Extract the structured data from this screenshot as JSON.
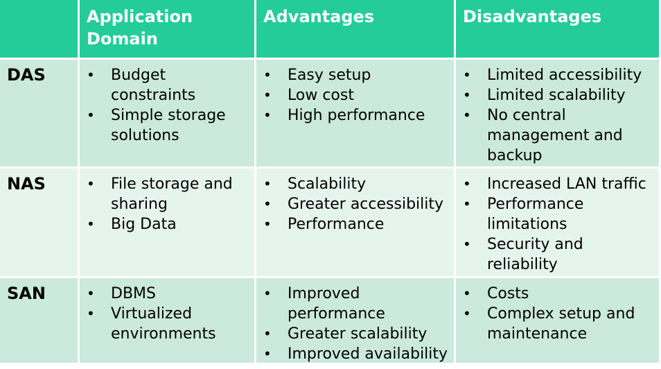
{
  "headers": {
    "corner": "",
    "application_domain": "Application Domain",
    "advantages": "Advantages",
    "disadvantages": "Disadvantages"
  },
  "rows": [
    {
      "name": "DAS",
      "application_domain": [
        "Budget constraints",
        "Simple storage solutions"
      ],
      "advantages": [
        "Easy setup",
        "Low cost",
        "High performance"
      ],
      "disadvantages": [
        "Limited accessibility",
        "Limited scalability",
        "No central management and backup"
      ]
    },
    {
      "name": "NAS",
      "application_domain": [
        "File storage and sharing",
        "Big Data"
      ],
      "advantages": [
        "Scalability",
        "Greater accessibility",
        "Performance"
      ],
      "disadvantages": [
        "Increased LAN traffic",
        "Performance limitations",
        "Security and reliability"
      ]
    },
    {
      "name": "SAN",
      "application_domain": [
        "DBMS",
        "Virtualized environments"
      ],
      "advantages": [
        "Improved performance",
        "Greater scalability",
        "Improved availability"
      ],
      "disadvantages": [
        "Costs",
        "Complex setup and maintenance"
      ]
    }
  ],
  "colors": {
    "header_bg": "#24cc99",
    "row_dark_bg": "#cbe9dc",
    "row_light_bg": "#e6f4ee",
    "header_text": "#ffffff"
  }
}
